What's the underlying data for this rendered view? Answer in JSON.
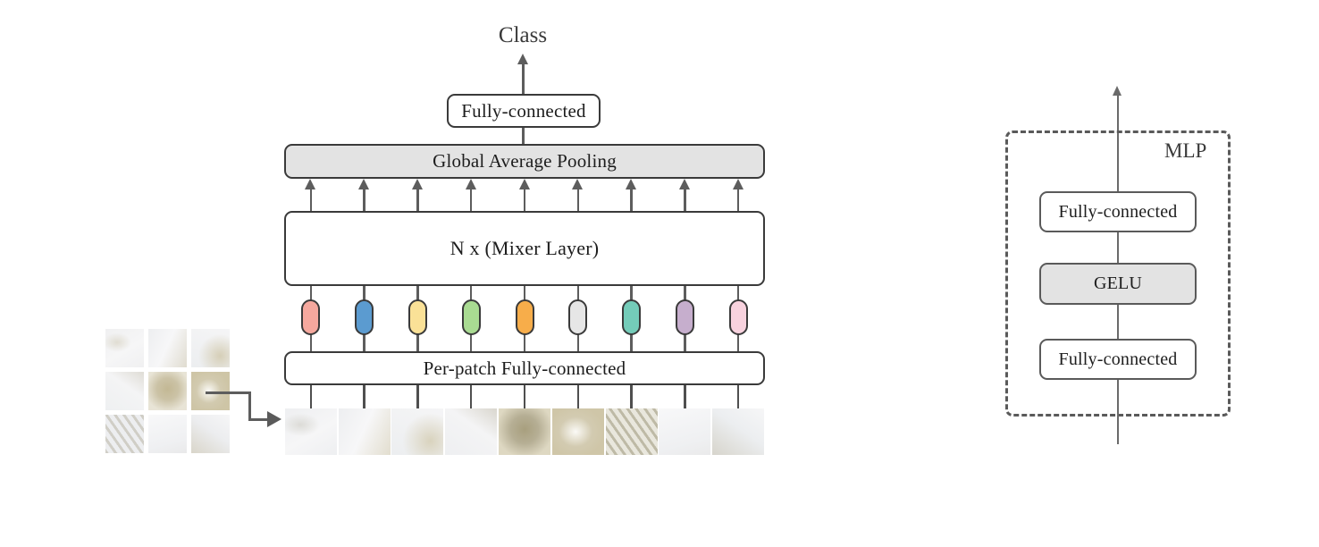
{
  "figure": {
    "title": "MLP-Mixer architecture diagram",
    "background": "#ffffff",
    "stroke": "#3a3a3a",
    "line_color": "#5d5d5d",
    "fill_gray": "#e3e3e3"
  },
  "main_column": {
    "class_label": "Class",
    "head_fully_connected": "Fully-connected",
    "global_average_pooling": "Global Average Pooling",
    "mixer_layer": "N x (Mixer Layer)",
    "per_patch_fully_connected": "Per-patch Fully-connected"
  },
  "tokens": {
    "count": 9,
    "colors": [
      "#f5a89e",
      "#5b9bd0",
      "#fae197",
      "#a9db92",
      "#f7ad4a",
      "#e6e6e6",
      "#74ccb9",
      "#c6aecd",
      "#f8d2de"
    ],
    "names": [
      "token-1",
      "token-2",
      "token-3",
      "token-4",
      "token-5",
      "token-6",
      "token-7",
      "token-8",
      "token-9"
    ]
  },
  "input_grid": {
    "name": "input-image-patch-grid",
    "rows": 3,
    "cols": 3,
    "description": "kitchen hand-mixer photo split into 9 patches",
    "patches": [
      {
        "id": "grid-patch-1",
        "base": "#f0f0f1",
        "accent": "#cfc9b4"
      },
      {
        "id": "grid-patch-2",
        "base": "#edeef0",
        "accent": "#d9d3c0"
      },
      {
        "id": "grid-patch-3",
        "base": "#eceef0",
        "accent": "#cfc6a8"
      },
      {
        "id": "grid-patch-4",
        "base": "#eef0f1",
        "accent": "#d6d2c6"
      },
      {
        "id": "grid-patch-5",
        "base": "#e8e4d6",
        "accent": "#c3b894"
      },
      {
        "id": "grid-patch-6",
        "base": "#e6e2d4",
        "accent": "#cec5a6"
      },
      {
        "id": "grid-patch-7",
        "base": "#edeef0",
        "accent": "#c9c6bd"
      },
      {
        "id": "grid-patch-8",
        "base": "#eff0f2",
        "accent": "#e4e4e4"
      },
      {
        "id": "grid-patch-9",
        "base": "#ecedef",
        "accent": "#d2cdbd"
      }
    ]
  },
  "patch_sequence": {
    "name": "flattened-patch-sequence",
    "count": 9,
    "patches": [
      {
        "id": "seq-patch-1",
        "base": "#eeeff1",
        "accent": "#c8c6bd"
      },
      {
        "id": "seq-patch-2",
        "base": "#edeef0",
        "accent": "#ddd6bf"
      },
      {
        "id": "seq-patch-3",
        "base": "#eceef0",
        "accent": "#d3cbb0"
      },
      {
        "id": "seq-patch-4",
        "base": "#eeeff1",
        "accent": "#cdc8ba"
      },
      {
        "id": "seq-patch-5",
        "base": "#ded8c2",
        "accent": "#a89f7e"
      },
      {
        "id": "seq-patch-6",
        "base": "#e4e0d2",
        "accent": "#cfc6a8"
      },
      {
        "id": "seq-patch-7",
        "base": "#e9e7dd",
        "accent": "#b3ad94"
      },
      {
        "id": "seq-patch-8",
        "base": "#eff0f2",
        "accent": "#e6e6e6"
      },
      {
        "id": "seq-patch-9",
        "base": "#eceef0",
        "accent": "#cfccc0"
      }
    ]
  },
  "mlp_panel": {
    "label": "MLP",
    "blocks": [
      {
        "label": "Fully-connected",
        "filled": false,
        "name": "mlp-fully-connected-top"
      },
      {
        "label": "GELU",
        "filled": true,
        "name": "mlp-gelu"
      },
      {
        "label": "Fully-connected",
        "filled": false,
        "name": "mlp-fully-connected-bottom"
      }
    ]
  }
}
